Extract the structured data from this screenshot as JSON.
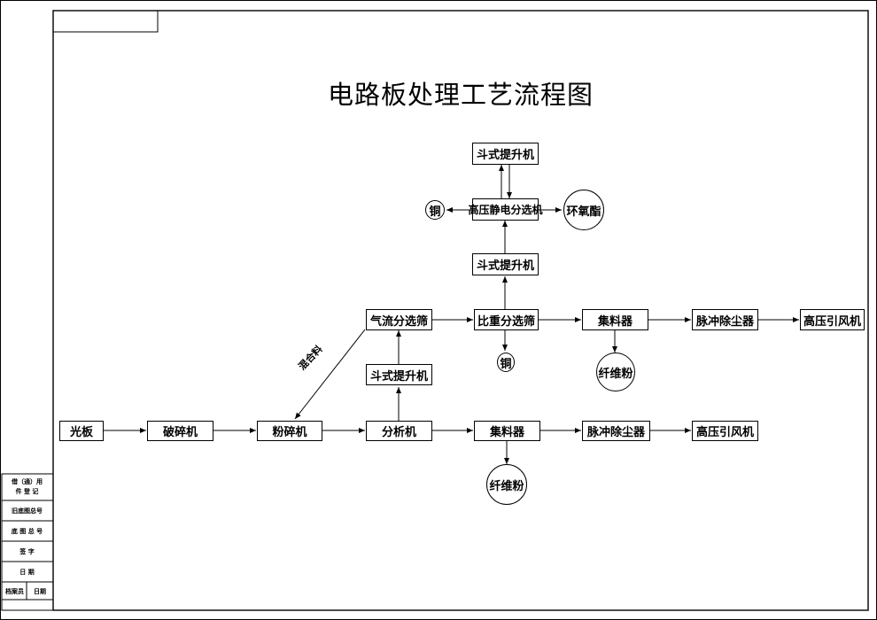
{
  "title": "电路板处理工艺流程图",
  "nodes": {
    "guangban": "光板",
    "posuiji": "破碎机",
    "fensuiji_main": "粉碎机",
    "fenxiji": "分析机",
    "jiliaoqi_low": "集料器",
    "maichong_low": "脉冲除尘器",
    "gaoya_low": "高压引风机",
    "xianweifen_low": "纤维粉",
    "doushi_mid": "斗式提升机",
    "qiliu": "气流分选筛",
    "bizhong": "比重分选筛",
    "jiliaoqi_up": "集料器",
    "maichong_up": "脉冲除尘器",
    "gaoya_up": "高压引风机",
    "tong_mid": "铜",
    "xianweifen_up": "纤维粉",
    "doushi_upper": "斗式提升机",
    "jingdian": "高压静电分选机",
    "tong_top": "铜",
    "huanyangzhi": "环氧酯",
    "doushi_top": "斗式提升机"
  },
  "edge_labels": {
    "hunheliao": "混合料"
  },
  "title_block": {
    "r1a": "借（通）用",
    "r1b": "件 登 记",
    "r2": "旧底图总号",
    "r3": "底 图 总 号",
    "r4": "签    字",
    "r5": "日    期",
    "r6a": "档案员",
    "r6b": "日期"
  }
}
